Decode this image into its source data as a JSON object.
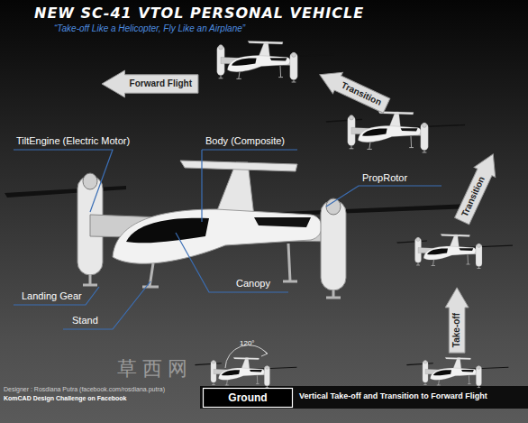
{
  "diagram": {
    "title": "NEW SC-41 VTOL PERSONAL VEHICLE",
    "nodes": [
      {
        "text": [
          "Forward Flight"
        ]
      },
      {
        "text": [
          "Transition"
        ]
      },
      {
        "text": [
          "Transition"
        ]
      },
      {
        "text": [
          "Take-off"
        ]
      },
      {
        "text": [
          "Ground"
        ]
      }
    ],
    "labels": [
      "“Take-off Like a Helicopter, Fly Like an Airplane”",
      "TiltEngine (Electric Motor)",
      "Body (Composite)",
      "PropRotor",
      "Landing Gear",
      "Canopy",
      "Stand",
      "120°",
      "Designer : Rosdiana Putra (facebook.com/rosdiana.putra)",
      "KomCAD Design Challenge on Facebook",
      "Vertical Take-off and Transition to Forward Flight",
      "草西网"
    ]
  }
}
